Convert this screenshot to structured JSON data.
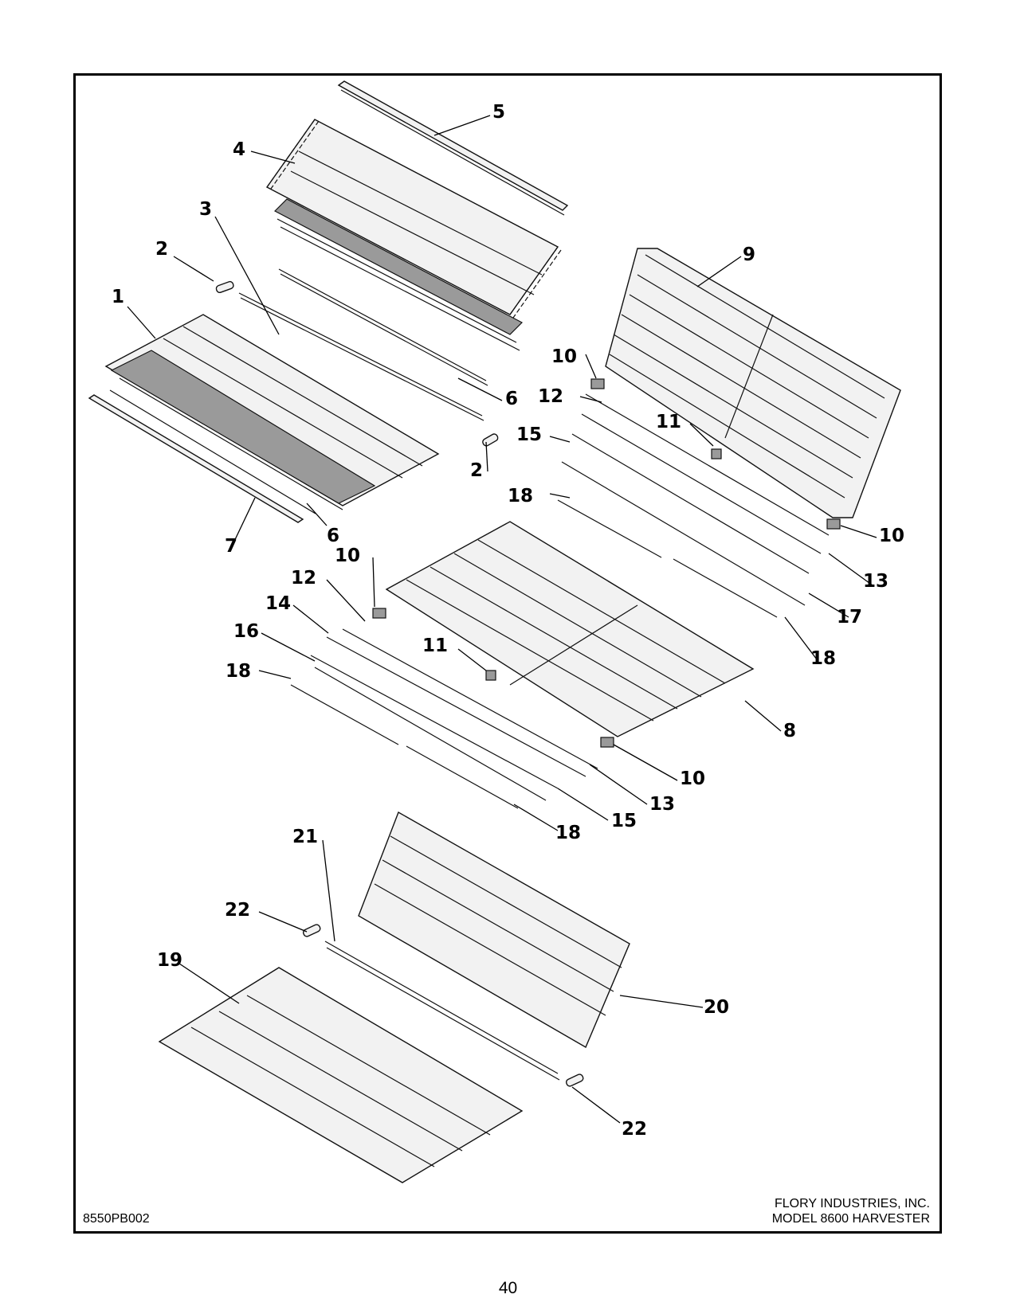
{
  "drawing_code": "8550PB002",
  "company": {
    "line1": "FLORY INDUSTRIES, INC.",
    "line2": "MODEL 8600 HARVESTER"
  },
  "page_number": "40",
  "callouts": [
    "1",
    "2",
    "3",
    "4",
    "5",
    "2",
    "6",
    "6",
    "7",
    "9",
    "10",
    "12",
    "11",
    "15",
    "18",
    "10",
    "13",
    "17",
    "18",
    "10",
    "12",
    "14",
    "16",
    "11",
    "18",
    "8",
    "10",
    "13",
    "15",
    "18",
    "21",
    "22",
    "19",
    "20",
    "22"
  ]
}
